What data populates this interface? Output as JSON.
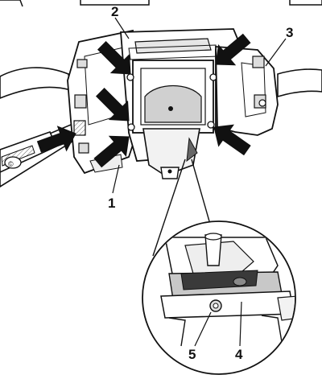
{
  "callouts": {
    "c1": "1",
    "c2": "2",
    "c3": "3",
    "c4": "4",
    "c5": "5"
  },
  "colors": {
    "ink": "#111111",
    "arrow": "#111111",
    "shade_dark": "#3a3a3a",
    "shade_mid": "#8a8a8a",
    "shade_light": "#c8c8c8",
    "paper": "#ffffff"
  },
  "icons": {
    "arrow": "arrow-icon",
    "screw": "screw-icon"
  }
}
